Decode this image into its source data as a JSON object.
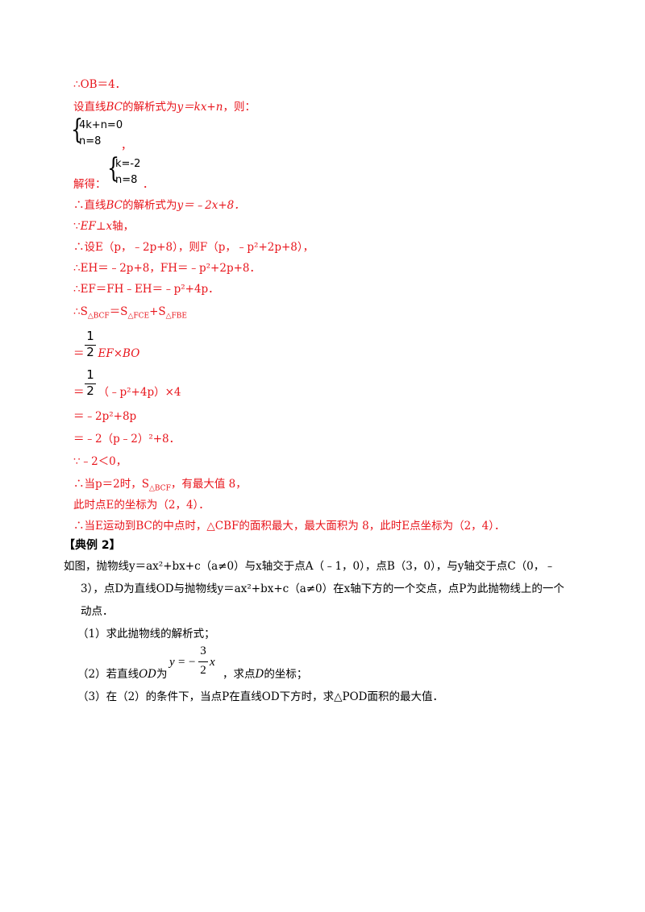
{
  "solution": {
    "l1": "∴OB＝4．",
    "l2a": "设直线",
    "l2b": "BC",
    "l2c": "的解析式为",
    "l2d": "y＝kx+n",
    "l2e": "，则：",
    "sys1_r1": "4k+n=0",
    "sys1_r2": "n=8",
    "sys1_tail": "，",
    "l4a": "解得：",
    "sys2_r1": "k=-2",
    "sys2_r2": "n=8",
    "sys2_tail": "．",
    "l5a": "∴直线",
    "l5b": "BC",
    "l5c": "的解析式为",
    "l5d": "y＝﹣2x+8．",
    "l6a": "∵",
    "l6b": "EF",
    "l6c": "⊥",
    "l6d": "x",
    "l6e": "轴，",
    "l7": "∴设E（p，﹣2p+8），则F（p，﹣p²+2p+8），",
    "l8": "∴EH＝﹣2p+8，FH＝﹣p²+2p+8．",
    "l9": "∴EF＝FH﹣EH＝﹣p²+4p．",
    "l10a": "∴S",
    "l10b": "△BCF",
    "l10c": "＝S",
    "l10d": "△FCE",
    "l10e": "+S",
    "l10f": "△FBE",
    "frac_num": "1",
    "frac_den": "2",
    "l11a": "＝",
    "l11b": "EF×BO",
    "l12a": "＝",
    "l12b": "（﹣p²+4p）×4",
    "l13": "＝﹣2p²+8p",
    "l14": "＝﹣2（p﹣2）²+8．",
    "l15": "∵﹣2＜0，",
    "l16a": "∴当p＝2时，S",
    "l16b": "△BCF",
    "l16c": "，有最大值 8，",
    "l17": "此时点E的坐标为（2，4）．",
    "l18": "∴当E运动到BC的中点时，△CBF的面积最大，最大面积为 8，此时E点坐标为（2，4）．"
  },
  "example": {
    "heading": "【典例 2】",
    "q1": "如图，抛物线y＝ax²+bx+c（a≠0）与x轴交于点A（﹣1，0），点B（3，0），与y轴交于点C（0，﹣",
    "q2": "3），点D为直线OD与抛物线y＝ax²+bx+c（a≠0）在x轴下方的一个交点，点P为此抛物线上的一个",
    "q3": "动点．",
    "p1": "（1）求此抛物线的解析式；",
    "p2a": "（2）若直线",
    "p2b": "OD",
    "p2c": "为",
    "p2_y": "y",
    "p2_eq": "=",
    "p2_minus": "−",
    "p2_num": "3",
    "p2_den": "2",
    "p2_x": "x",
    "p2d": "，求点",
    "p2e": "D",
    "p2f": "的坐标；",
    "p3": "（3）在（2）的条件下，当点P在直线OD下方时，求△POD面积的最大值．"
  }
}
